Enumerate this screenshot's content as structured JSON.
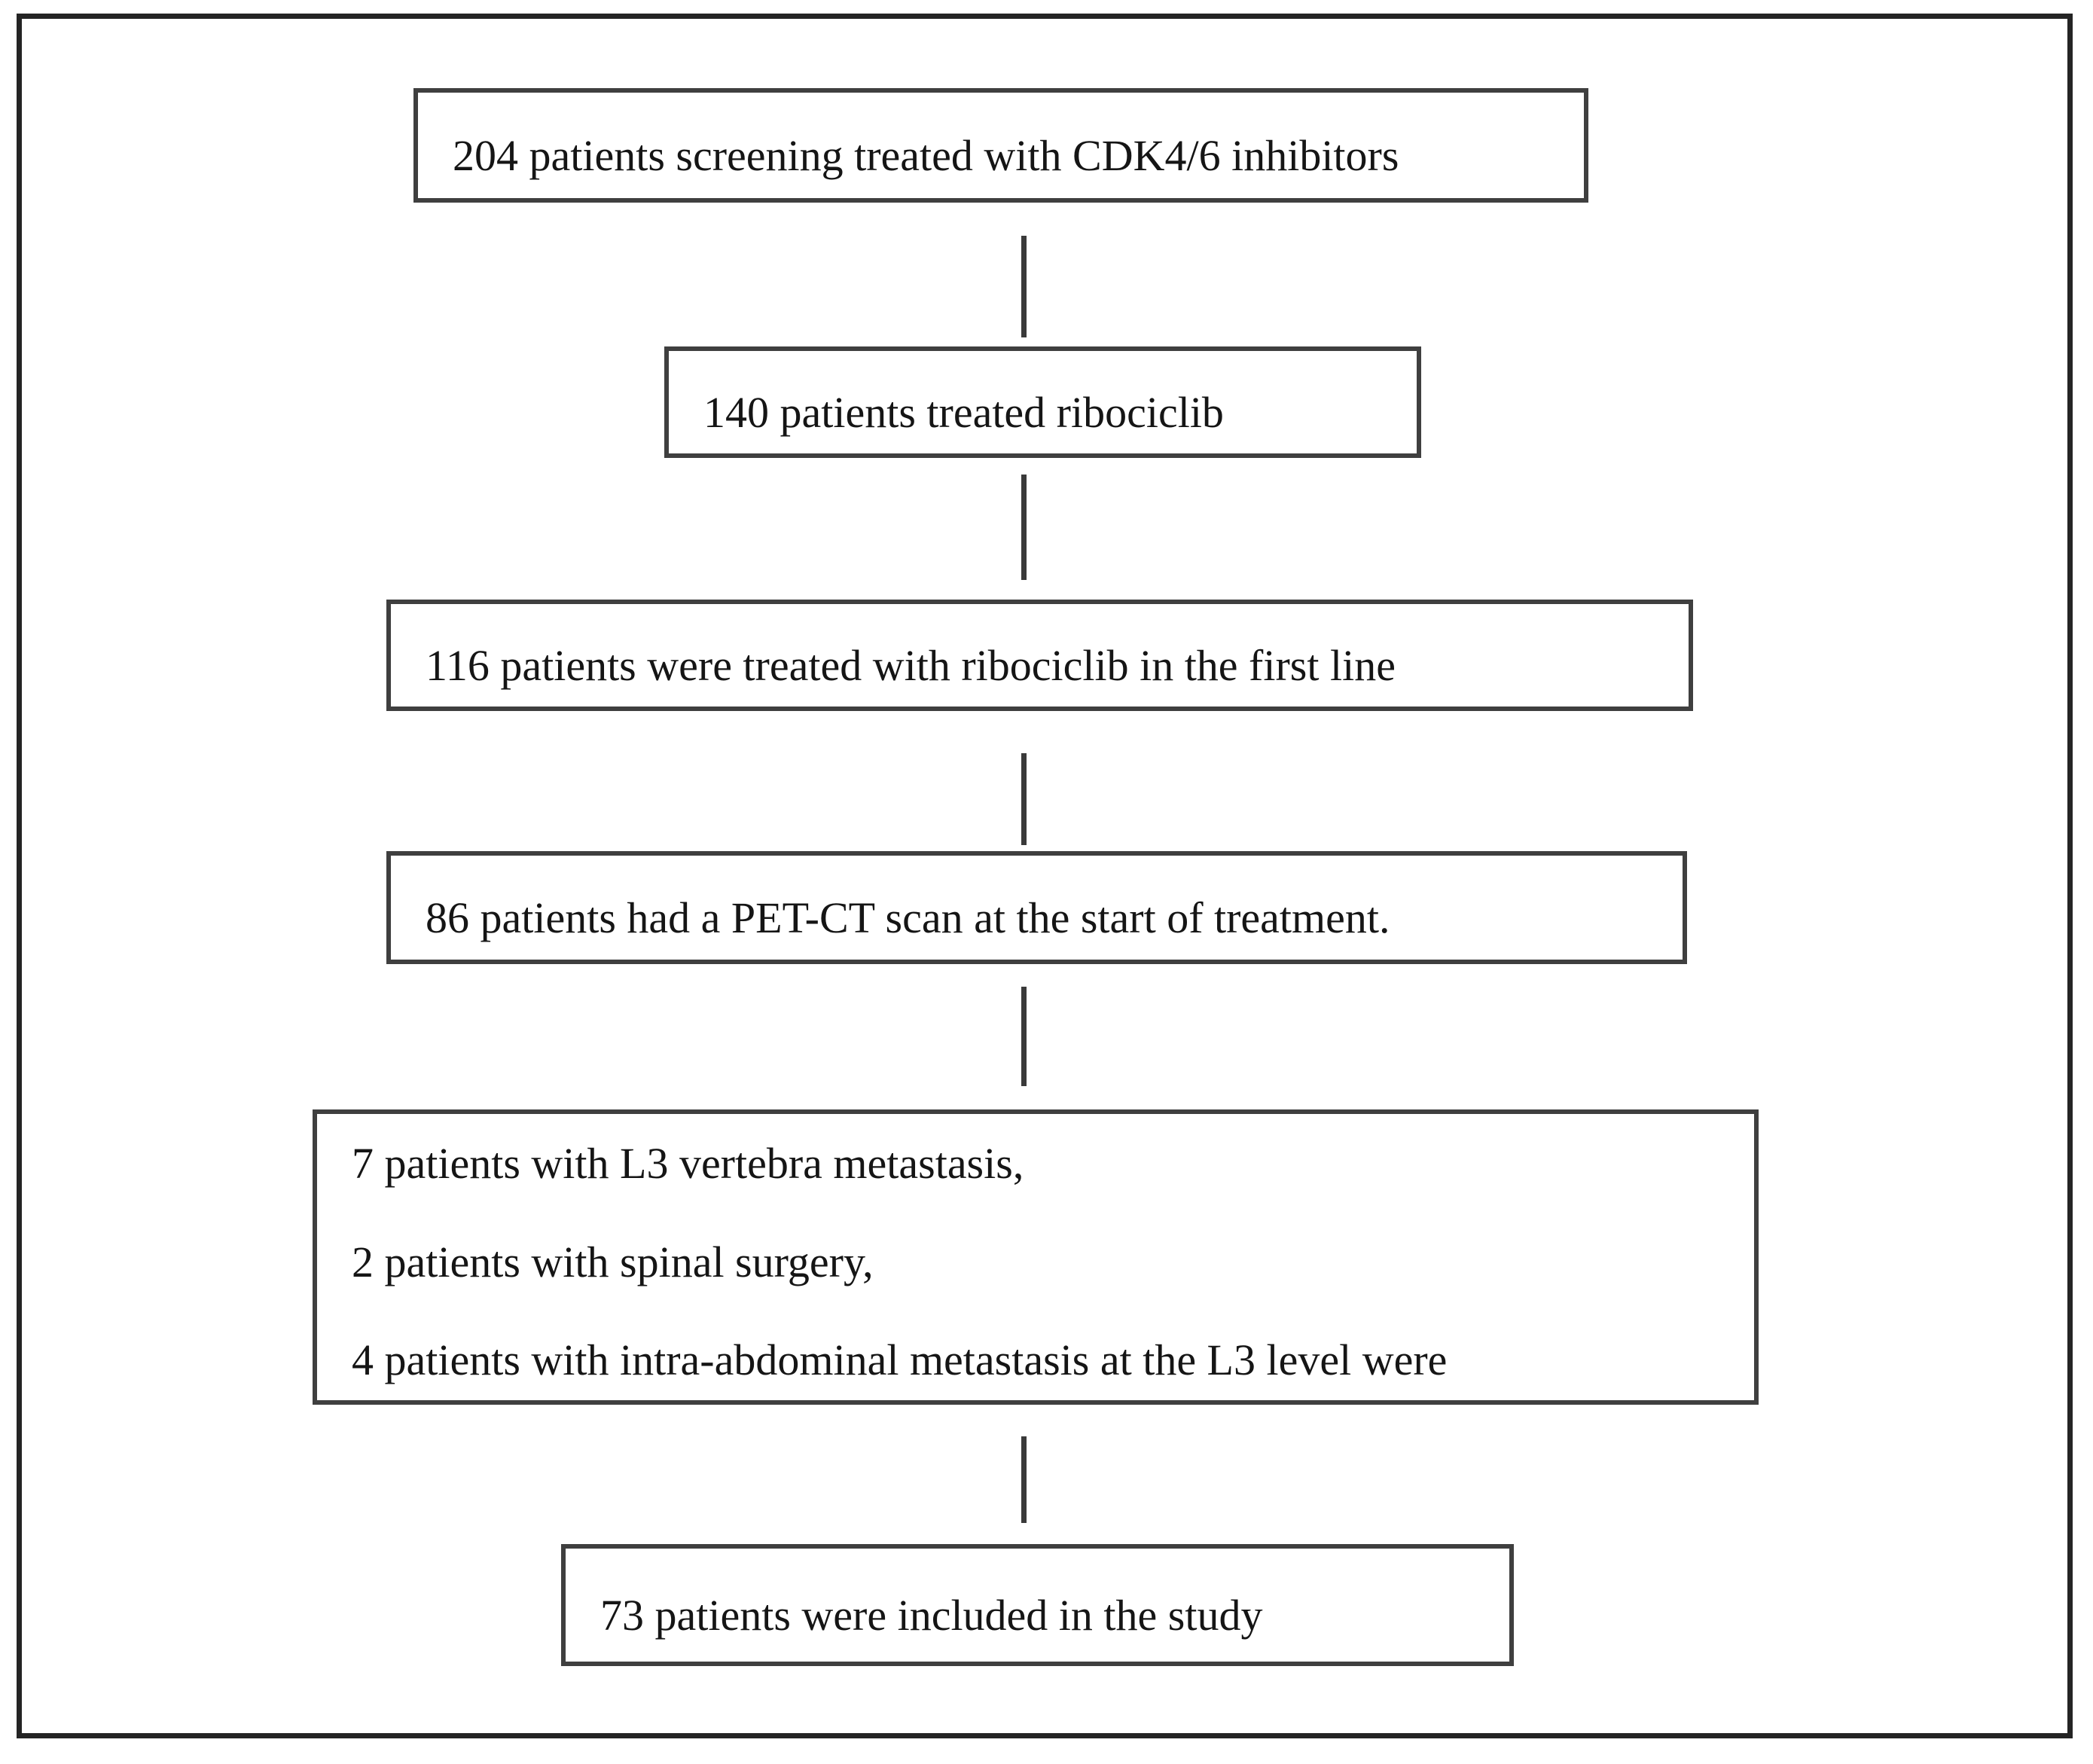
{
  "flowchart": {
    "nodes": [
      {
        "id": "screened",
        "lines": [
          "204 patients screening treated with CDK4/6 inhibitors"
        ]
      },
      {
        "id": "ribociclib",
        "lines": [
          "140 patients treated ribociclib"
        ]
      },
      {
        "id": "first_line",
        "lines": [
          "116 patients were treated with ribociclib in the first line"
        ]
      },
      {
        "id": "pet_ct",
        "lines": [
          "86 patients had a PET-CT scan at the start of treatment."
        ]
      },
      {
        "id": "exclusions",
        "lines": [
          "7 patients with L3 vertebra metastasis,",
          "2 patients with spinal surgery,",
          "4 patients with intra-abdominal metastasis at the L3 level were"
        ]
      },
      {
        "id": "included",
        "lines": [
          "73 patients were included in the study"
        ]
      }
    ],
    "colors": {
      "background": "#ffffff",
      "frame_border": "#242424",
      "node_border": "#3f3f3f",
      "connector": "#3a3a3a",
      "text": "#151515"
    }
  }
}
